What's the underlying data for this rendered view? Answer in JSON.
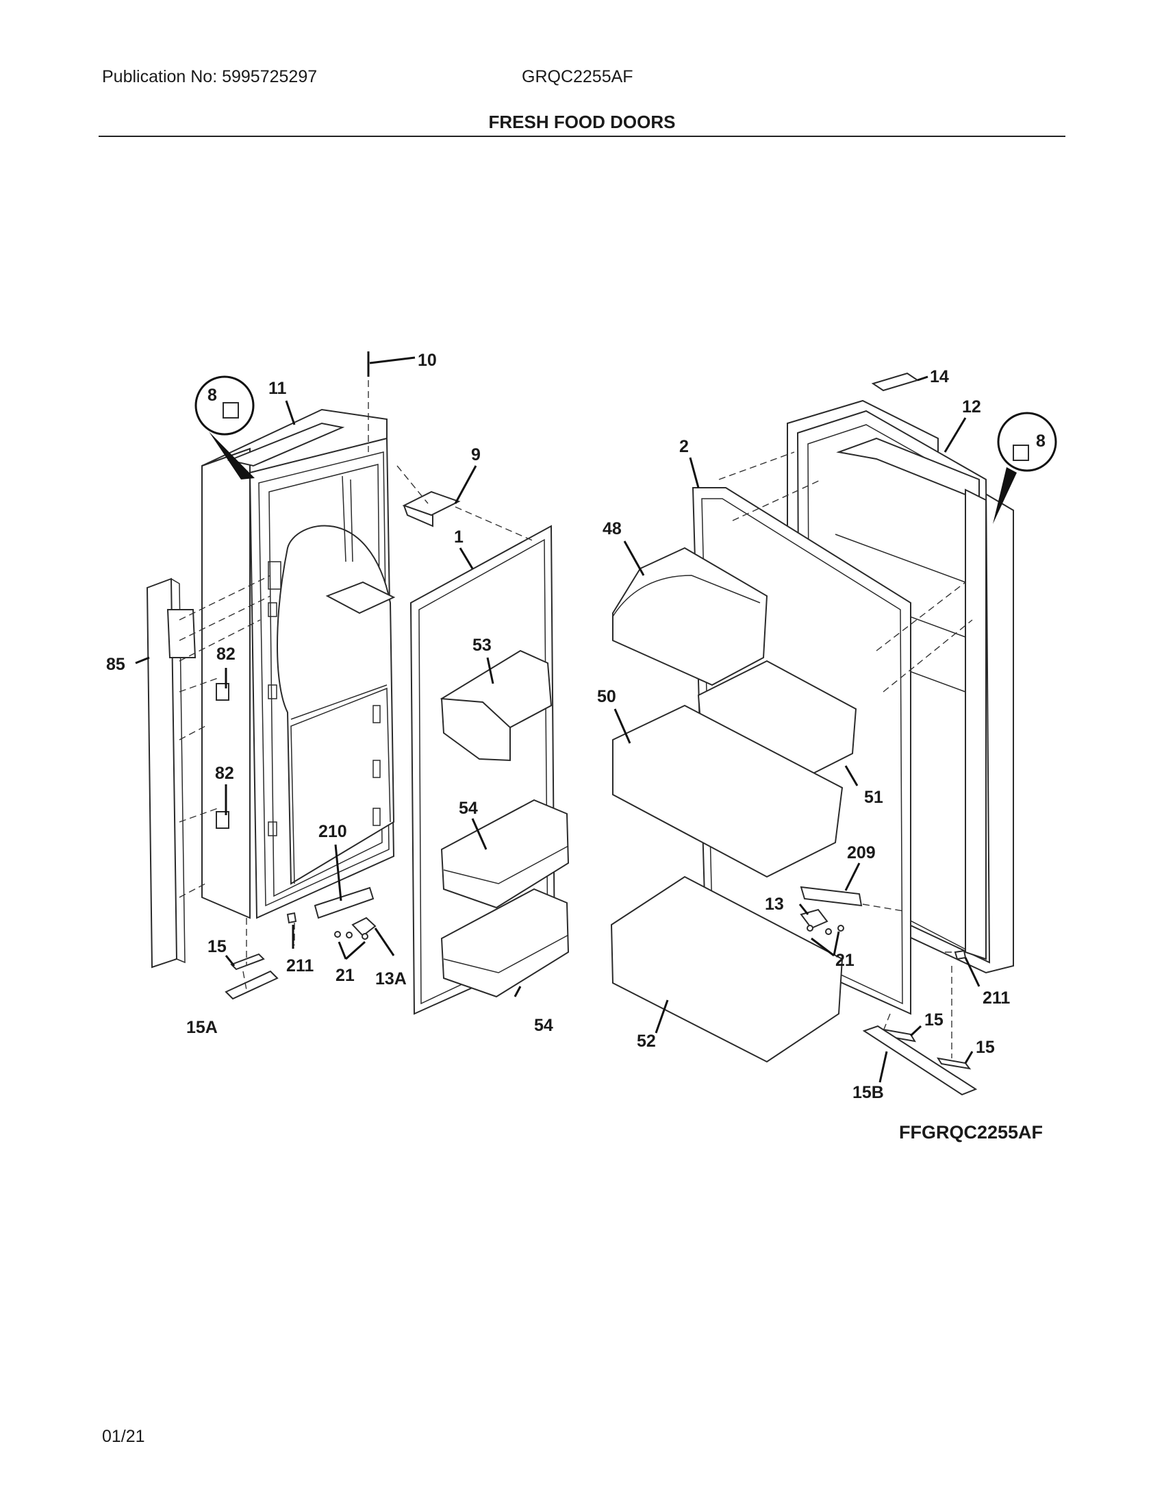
{
  "header": {
    "publication": "Publication No: 5995725297",
    "model": "GRQC2255AF",
    "section_title": "FRESH FOOD DOORS"
  },
  "diagram": {
    "figure_code": "FFGRQC2255AF",
    "callouts": {
      "p10": "10",
      "p11": "11",
      "p8a": "8",
      "p9": "9",
      "p1": "1",
      "p85": "85",
      "p82a": "82",
      "p82b": "82",
      "p53": "53",
      "p54a": "54",
      "p54b": "54",
      "p210": "210",
      "p15a": "15",
      "p15A": "15A",
      "p211a": "211",
      "p21a": "21",
      "p13A": "13A",
      "p14": "14",
      "p12": "12",
      "p8b": "8",
      "p2": "2",
      "p48": "48",
      "p50": "50",
      "p51": "51",
      "p209": "209",
      "p13": "13",
      "p21b": "21",
      "p211b": "211",
      "p52": "52",
      "p15b": "15",
      "p15c": "15",
      "p15B": "15B"
    }
  },
  "footer": {
    "date": "01/21"
  }
}
